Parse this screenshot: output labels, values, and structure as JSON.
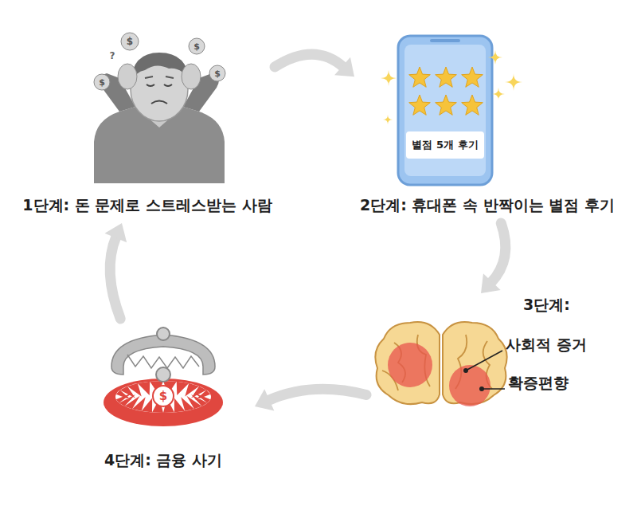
{
  "diagram": {
    "nodes": [
      {
        "text": [
          "1단계: 돈 문제로 스트레스받는 사람"
        ]
      },
      {
        "text": [
          "별점 5개 후기",
          "2단계: 휴대폰 속 반짝이는 별점 후기"
        ]
      },
      {
        "text": [
          "3단계:",
          "사회적 증거",
          "확증편향"
        ]
      },
      {
        "text": [
          "4단계: 금융 사기"
        ]
      }
    ],
    "edges": [
      {
        "from": 0,
        "to": 1,
        "arrow": "to"
      },
      {
        "from": 1,
        "to": 2,
        "arrow": "to"
      },
      {
        "from": 2,
        "to": 3,
        "arrow": "to"
      },
      {
        "from": 3,
        "to": 0,
        "arrow": "to"
      }
    ],
    "labels": [
      "$",
      "$",
      "$",
      "$",
      "?",
      "$"
    ]
  }
}
